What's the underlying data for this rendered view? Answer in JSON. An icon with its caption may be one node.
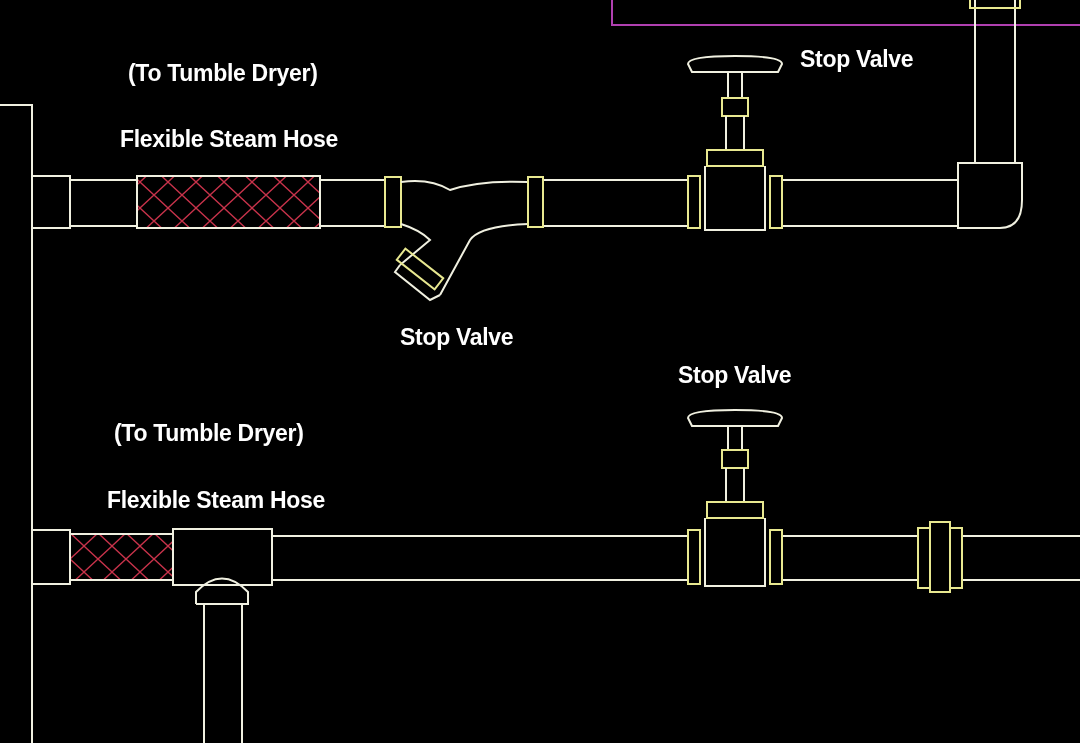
{
  "diagram": {
    "labels": [
      "Stop Valve",
      "(To Tumble Dryer)",
      "Flexible Steam Hose",
      "Stop Valve",
      "Stop Valve",
      "(To Tumble Dryer)",
      "Flexible Steam Hose"
    ]
  }
}
